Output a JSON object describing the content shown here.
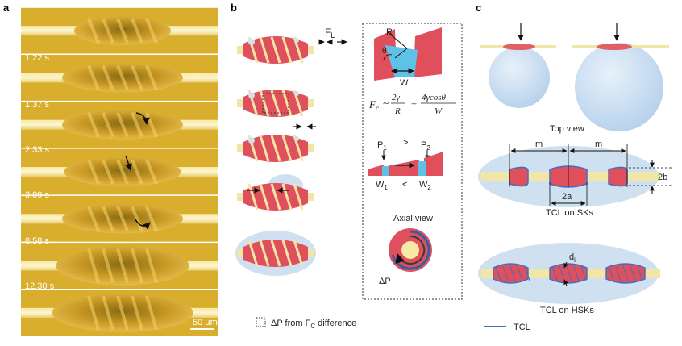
{
  "panels": {
    "a": "a",
    "b": "b",
    "c": "c"
  },
  "panel_a": {
    "frames": [
      "",
      "1.22 s",
      "1.37 s",
      "2.33 s",
      "3.09 s",
      "8.58 s",
      "12.30 s"
    ],
    "scale_bar": "50 μm"
  },
  "panel_b": {
    "force_label": "F",
    "force_sub": "L",
    "geometry": {
      "R": "R",
      "theta": "θ",
      "W": "W"
    },
    "equation": {
      "lhs": "F",
      "lhs_sub": "c",
      "approx": "~",
      "num1": "2γ",
      "den1": "R",
      "eq": "=",
      "num2": "4γcosθ",
      "den2": "W"
    },
    "pressure": {
      "p1": "P",
      "p1_sub": "1",
      "gt": ">",
      "p2": "P",
      "p2_sub": "2",
      "w1": "W",
      "w1_sub": "1",
      "lt": "<",
      "w2": "W",
      "w2_sub": "2"
    },
    "axial_view": "Axial view",
    "delta_p": "ΔP",
    "legend": "ΔP from F",
    "legend_sub": "C",
    "legend_tail": " difference"
  },
  "panel_c": {
    "top_view": "Top view",
    "m1": "m",
    "m2": "m",
    "two_b": "2b",
    "two_a": "2a",
    "sks_label": "TCL on SKs",
    "di": "d",
    "di_sub": "i",
    "hsks_label": "TCL on HSKs",
    "legend": "TCL"
  },
  "colors": {
    "red": "#e0505c",
    "yellow": "#f1e6a6",
    "blue": "#cfe1f1",
    "tcl": "#3a6fc4",
    "photo_bg": "#d9ae2c"
  }
}
